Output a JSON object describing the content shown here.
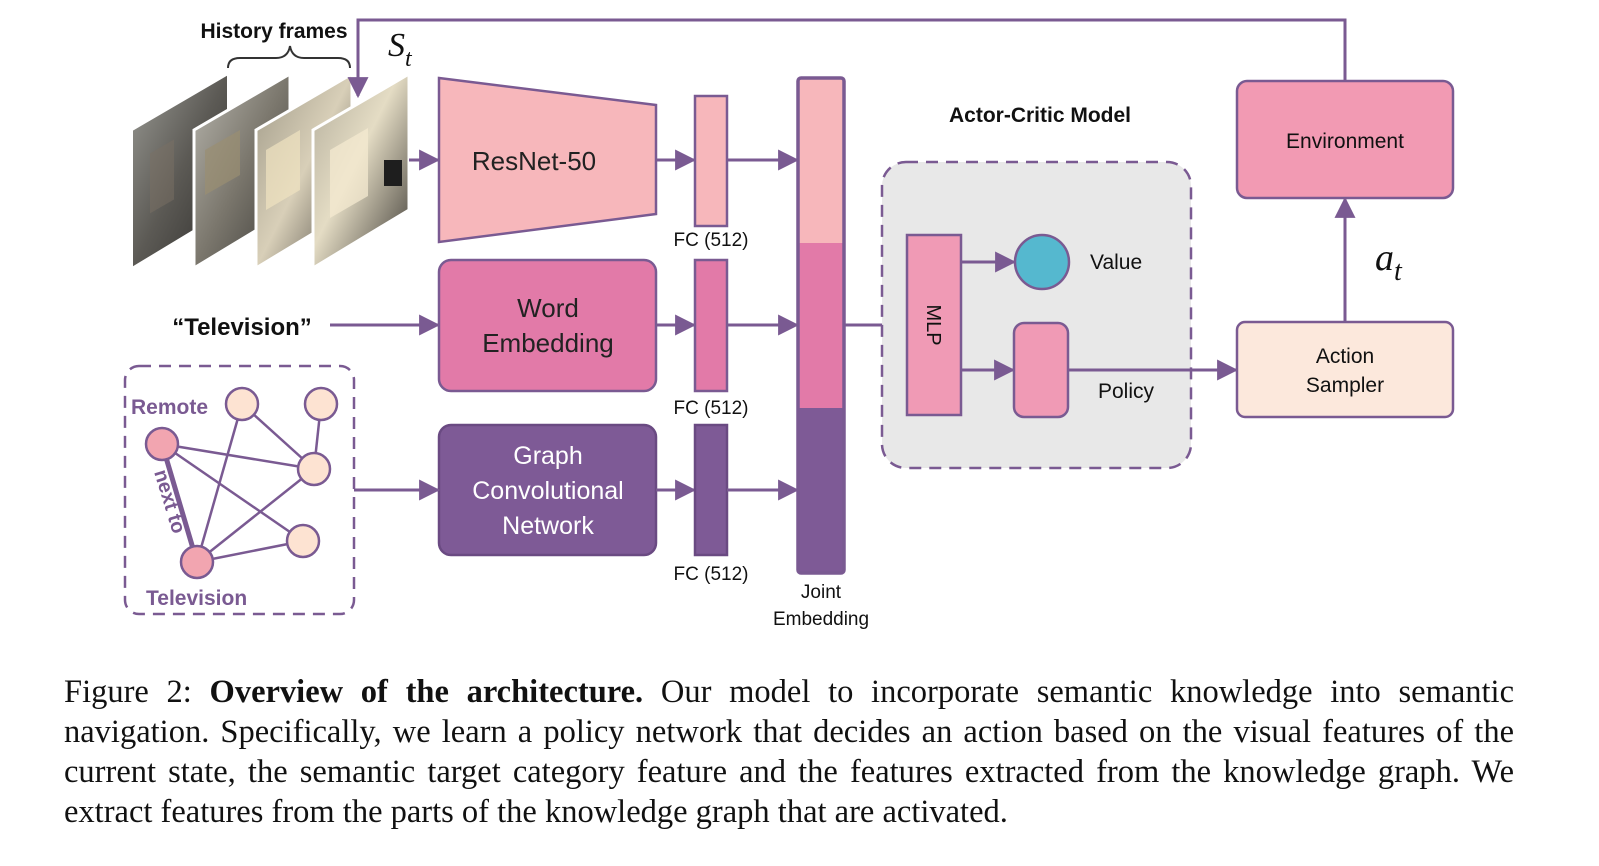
{
  "diagram": {
    "history_label": "History frames",
    "state_symbol": "S",
    "state_subscript": "t",
    "resnet_label": "ResNet-50",
    "target_word": "“Television”",
    "word_embedding_line1": "Word",
    "word_embedding_line2": "Embedding",
    "gcn_line1": "Graph",
    "gcn_line2": "Convolutional",
    "gcn_line3": "Network",
    "fc_label_1": "FC (512)",
    "fc_label_2": "FC (512)",
    "fc_label_3": "FC (512)",
    "joint_line1": "Joint",
    "joint_line2": "Embedding",
    "actor_critic_title": "Actor-Critic Model",
    "mlp_label": "MLP",
    "value_label": "Value",
    "policy_label": "Policy",
    "environment_label": "Environment",
    "action_symbol": "a",
    "action_subscript": "t",
    "action_sampler_line1": "Action",
    "action_sampler_line2": "Sampler",
    "graph_node_remote": "Remote",
    "graph_node_television": "Television",
    "graph_edge_label": "next to"
  },
  "colors": {
    "resnet": "#f7b7bb",
    "word": "#e27aa8",
    "graph": "#7e5a96",
    "mlp": "#f09ab5",
    "value": "#55b8cf",
    "environment": "#f29ab3",
    "sampler": "#fce8dc",
    "arrow": "#7a5a92",
    "actor_bg": "#e8e8e8"
  },
  "caption": {
    "prefix": "Figure 2: ",
    "bold": "Overview of the architecture.",
    "body": " Our model to incorporate semantic knowledge into semantic navigation. Specifically, we learn a policy network that decides an action based on the visual features of the current state, the semantic target category feature and the features extracted from the knowledge graph. We extract features from the parts of the knowledge graph that are activated."
  }
}
